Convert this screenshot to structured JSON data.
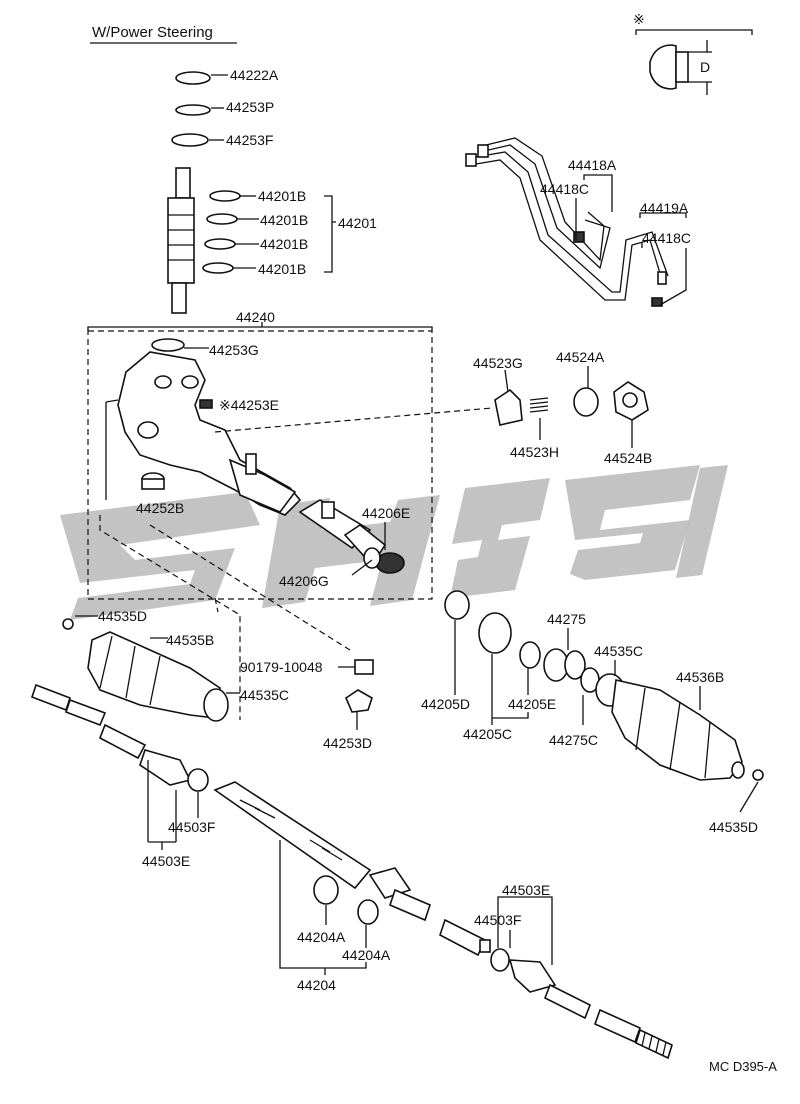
{
  "title": "W/Power Steering",
  "reference_code": "MC D395-A",
  "note": {
    "symbol": "※",
    "dimension": "D"
  },
  "watermark_color": "#b9b9b9",
  "line_color": "#111111",
  "callouts": {
    "p44222A": "44222A",
    "p44253P": "44253P",
    "p44253F": "44253F",
    "p44201B_1": "44201B",
    "p44201B_2": "44201B",
    "p44201B_3": "44201B",
    "p44201B_4": "44201B",
    "p44201": "44201",
    "p44240": "44240",
    "p44253G": "44253G",
    "p44253E": "※44253E",
    "p44252B": "44252B",
    "p44206E": "44206E",
    "p44206G": "44206G",
    "p44418A": "44418A",
    "p44418C_1": "44418C",
    "p44419A": "44419A",
    "p44418C_2": "44418C",
    "p44523G": "44523G",
    "p44524A": "44524A",
    "p44523H": "44523H",
    "p44524B": "44524B",
    "p44535D_1": "44535D",
    "p44535B": "44535B",
    "p90179": "90179-10048",
    "p44535C_1": "44535C",
    "p44253D": "44253D",
    "p44275": "44275",
    "p44535C_2": "44535C",
    "p44536B": "44536B",
    "p44205D": "44205D",
    "p44205E": "44205E",
    "p44205C": "44205C",
    "p44275C": "44275C",
    "p44535D_2": "44535D",
    "p44503F_1": "44503F",
    "p44503E_1": "44503E",
    "p44503E_2": "44503E",
    "p44503F_2": "44503F",
    "p44204A_1": "44204A",
    "p44204A_2": "44204A",
    "p44204": "44204"
  }
}
